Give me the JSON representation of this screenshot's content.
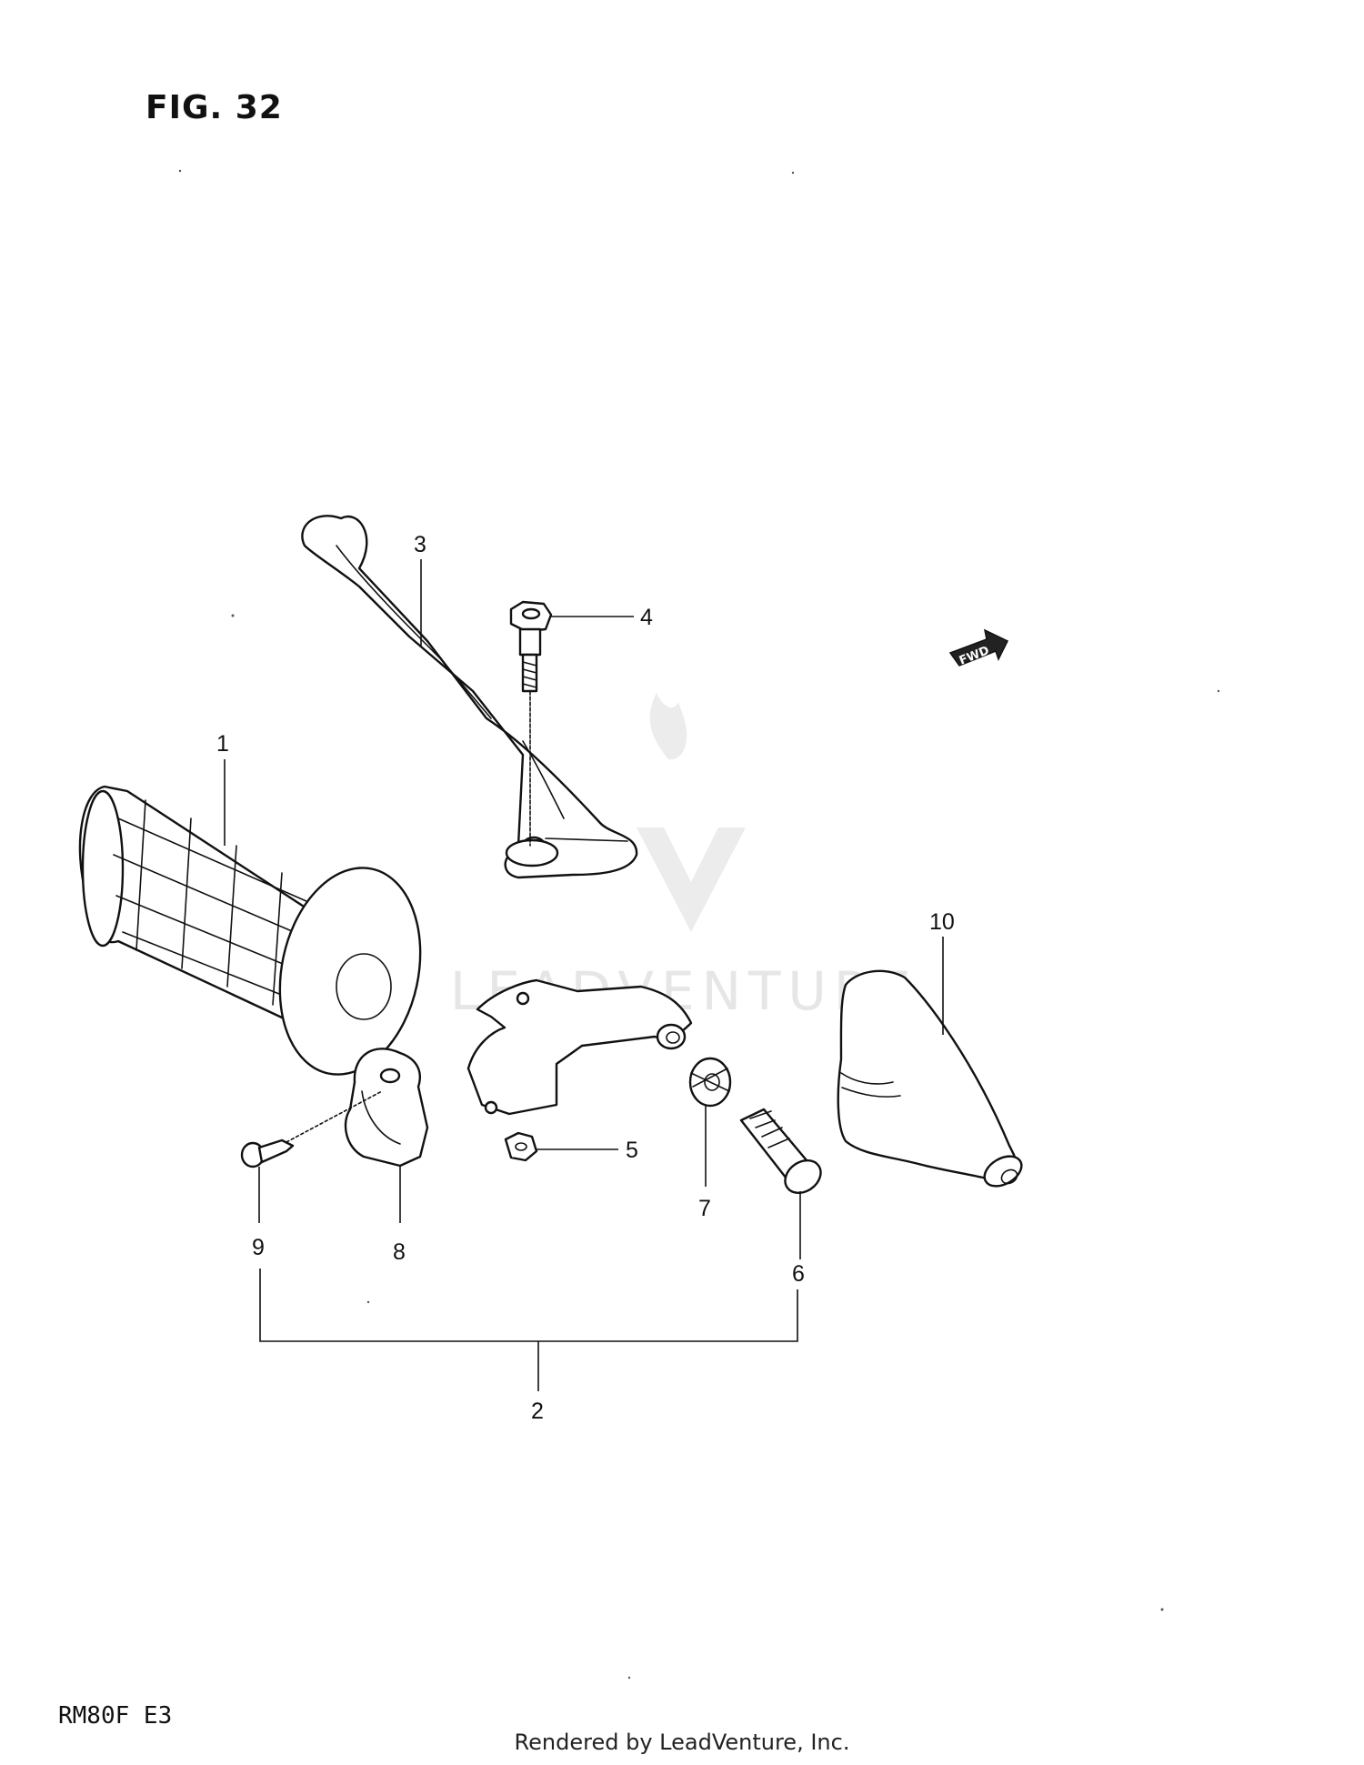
{
  "figure": {
    "title": "FIG. 32"
  },
  "model": "RM80F  E3",
  "footer": "Rendered by LeadVenture, Inc.",
  "watermark": {
    "text": "LEADVENTURE"
  },
  "fwd_arrow": {
    "label": "FWD"
  },
  "callouts": [
    "1",
    "2",
    "3",
    "4",
    "5",
    "6",
    "7",
    "8",
    "9",
    "10"
  ],
  "colors": {
    "ink": "#111111",
    "watermark": "#e6e6e6",
    "background": "#ffffff"
  }
}
